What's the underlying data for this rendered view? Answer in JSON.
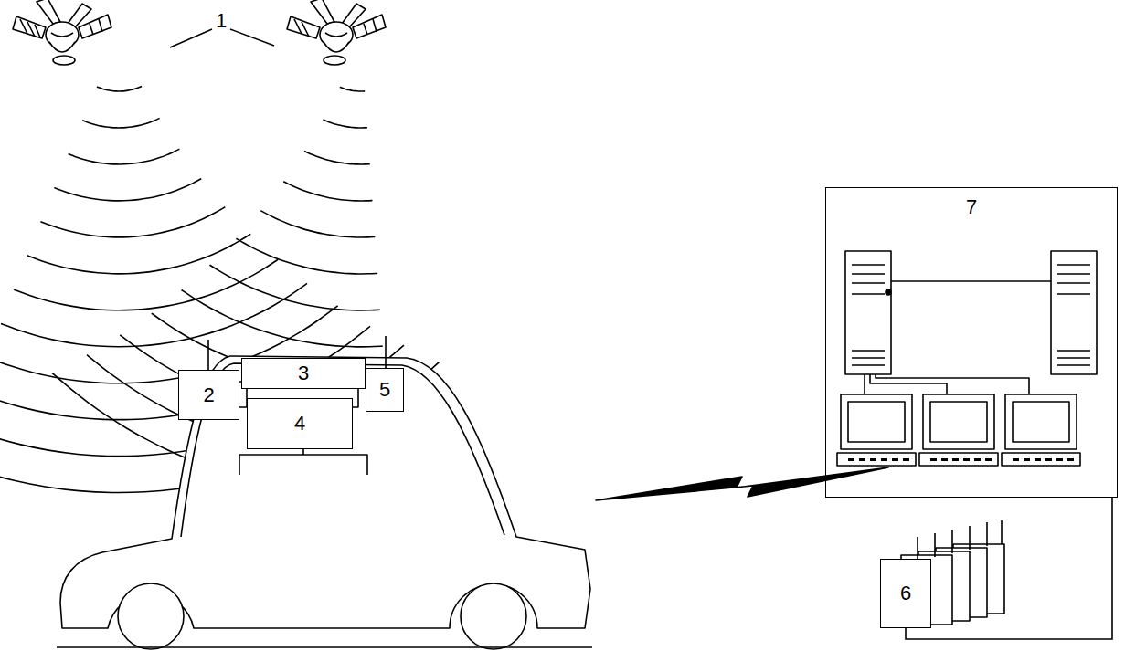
{
  "diagram": {
    "nodes": [
      {
        "text": [
          "2"
        ]
      },
      {
        "text": [
          "3"
        ]
      },
      {
        "text": [
          "4"
        ]
      },
      {
        "text": [
          "5"
        ]
      },
      {
        "text": [
          "6"
        ]
      },
      {
        "text": [
          "7"
        ]
      }
    ],
    "edges": [
      {
        "from": 4,
        "to": 5,
        "arrow": "none"
      }
    ],
    "labels": [
      "1"
    ]
  }
}
